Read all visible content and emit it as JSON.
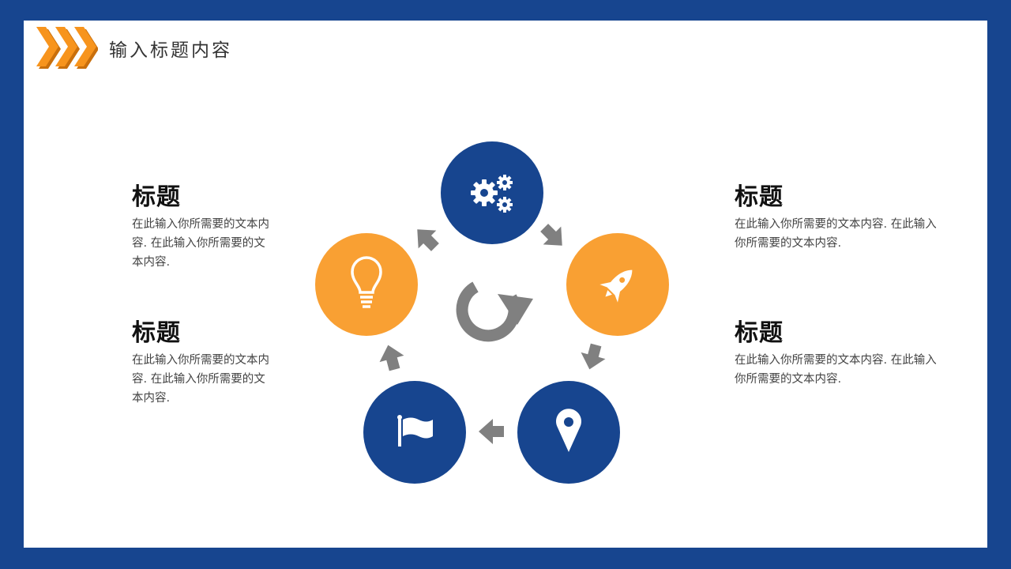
{
  "header": {
    "title": "输入标题内容",
    "arrow_color": "#f7941d"
  },
  "colors": {
    "navy": "#17458f",
    "orange": "#f9a033",
    "gray_arrow": "#808080",
    "white": "#ffffff"
  },
  "cycle": {
    "center_icon": "refresh-cycle-icon",
    "nodes": [
      {
        "id": "gears",
        "icon": "gears-icon",
        "color": "navy"
      },
      {
        "id": "rocket",
        "icon": "rocket-icon",
        "color": "orange"
      },
      {
        "id": "location",
        "icon": "location-pin-icon",
        "color": "navy"
      },
      {
        "id": "flag",
        "icon": "flag-icon",
        "color": "navy"
      },
      {
        "id": "bulb",
        "icon": "lightbulb-icon",
        "color": "orange"
      }
    ]
  },
  "left_blocks": [
    {
      "title": "标题",
      "text": "在此输入你所需要的文本内容. 在此输入你所需要的文本内容."
    },
    {
      "title": "标题",
      "text": "在此输入你所需要的文本内容. 在此输入你所需要的文本内容."
    }
  ],
  "right_blocks": [
    {
      "title": "标题",
      "text": "在此输入你所需要的文本内容. 在此输入你所需要的文本内容."
    },
    {
      "title": "标题",
      "text": "在此输入你所需要的文本内容. 在此输入你所需要的文本内容."
    }
  ]
}
